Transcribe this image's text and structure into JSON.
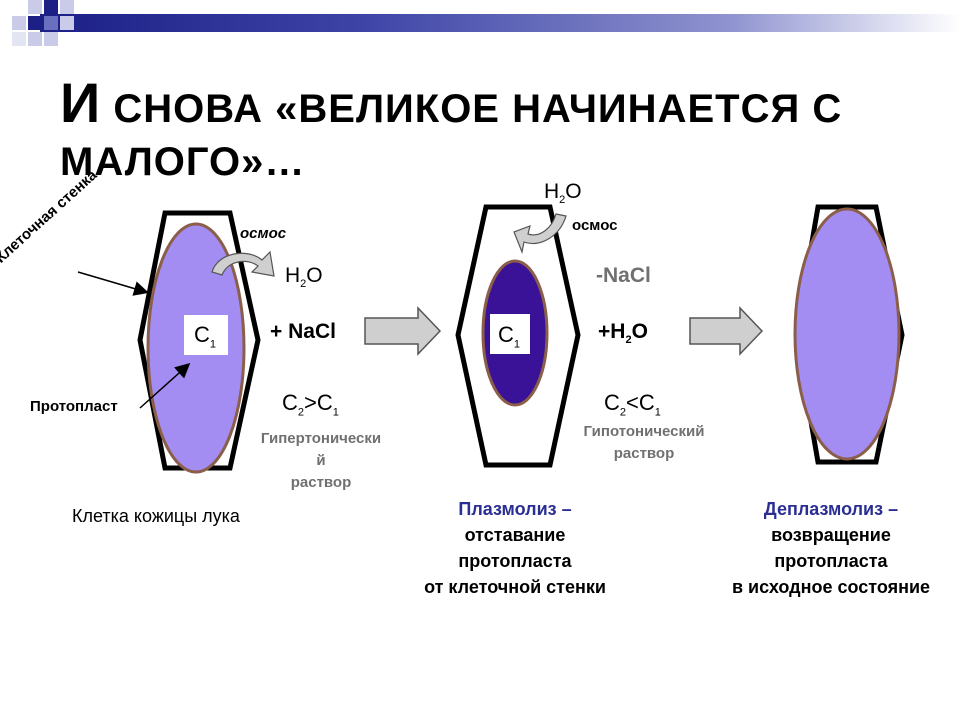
{
  "title": {
    "line1_first_letter": "И",
    "line1_rest": " СНОВА «ВЕЛИКОЕ НАЧИНАЕТСЯ С",
    "line2": "МАЛОГО»…"
  },
  "labels": {
    "cell_wall": "Клеточная стенка",
    "protoplast": "Протопласт",
    "osmosis": "осмос",
    "osmosis2": "осмос",
    "water_left": "H",
    "water_sub": "2",
    "water_o": "O",
    "c_letter": "C",
    "c_sub_1": "1",
    "c_sub_2": "2",
    "add_nacl": "+ NaCl",
    "remove_nacl": "-NaCl",
    "add_water": "+H",
    "add_water_sub": "2",
    "add_water_o": "O",
    "c2_gt_c1": ">",
    "c2_lt_c1": "<",
    "hypertonic_1": "Гипертонически",
    "hypertonic_2": "й",
    "hypertonic_3": "раствор",
    "hypotonic_1": "Гипотонический",
    "hypotonic_2": "раствор",
    "onion_cell": "Клетка кожицы лука",
    "plasmolysis_title": "Плазмолиз –",
    "plasmolysis_1": "отставание",
    "plasmolysis_2": "протопласта",
    "plasmolysis_3": "от клеточной стенки",
    "deplasmolysis_title": "Деплазмолиз –",
    "deplasmolysis_1": "возвращение",
    "deplasmolysis_2": "протопласта",
    "deplasmolysis_3": "в исходное состояние"
  },
  "colors": {
    "header_dark": "#1b1f86",
    "protoplast_light": "#a38cf2",
    "protoplast_dark": "#3a1298",
    "protoplast_border": "#8b5e4a",
    "navy_text": "#2b2e92",
    "gray_text": "#707070",
    "arrow_fill": "#cfcfcf",
    "c_box": "#ffffff"
  }
}
